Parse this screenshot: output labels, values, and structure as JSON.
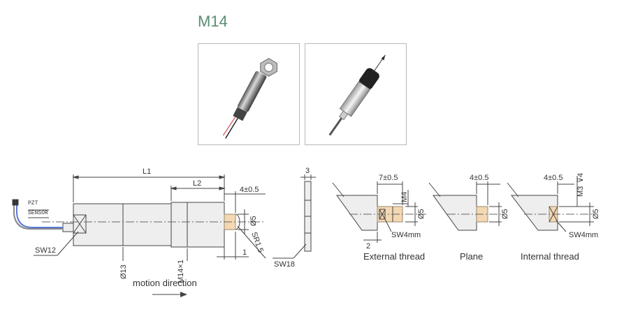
{
  "title": "M14",
  "motion": {
    "label": "motion direction"
  },
  "main_view": {
    "L1": "L1",
    "L2": "L2",
    "tip_length": "4±0.5",
    "tip_dia": "Ø5",
    "sphere_radius": "SR1.5",
    "body_dia": "Ø13",
    "thread": "M14×1",
    "step": "1",
    "wrench": "SW12",
    "pzt": "PZT",
    "sensor": "SENSOR"
  },
  "nut_view": {
    "thickness": "3",
    "wrench": "SW18"
  },
  "variants": [
    {
      "name": "External thread",
      "length": "7±0.5",
      "thread": "M4",
      "dia": "Ø5",
      "wrench": "SW4mm",
      "offset": "2"
    },
    {
      "name": "Plane",
      "length": "4±0.5",
      "dia": "Ø5"
    },
    {
      "name": "Internal thread",
      "length": "4±0.5",
      "thread": "M3",
      "depth_symbol": "⊽4",
      "dia": "Ø5",
      "wrench": "SW4mm"
    }
  ]
}
